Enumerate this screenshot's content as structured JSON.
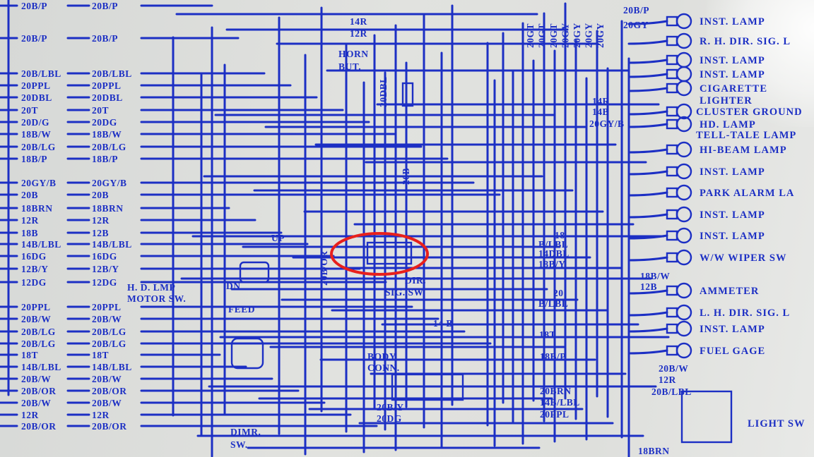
{
  "diagram": {
    "ink_color": "#1c2fc4",
    "highlight_color": "#e8201c",
    "left_col_a": [
      "20B/P",
      "20B/P",
      "20B/LBL",
      "20PPL",
      "20DBL",
      "20T",
      "20D/G",
      "18B/W",
      "20B/LG",
      "18B/P",
      "20GY/B",
      "20B",
      "18BRN",
      "12R",
      "18B",
      "14B/LBL",
      "16DG",
      "12B/Y",
      "12DG",
      "20PPL",
      "20B/W",
      "20B/LG",
      "20B/LG",
      "18T",
      "14B/LBL",
      "20B/W",
      "20B/OR",
      "20B/W",
      "12R",
      "20B/OR"
    ],
    "left_col_b": [
      "20B/P",
      "20B/P",
      "20B/LBL",
      "20PPL",
      "20DBL",
      "20T",
      "20DG",
      "18B/W",
      "20B/LG",
      "18B/P",
      "20GY/B",
      "20B",
      "18BRN",
      "12R",
      "12B",
      "14B/LBL",
      "16DG",
      "12B/Y",
      "12DG",
      "20PPL",
      "20B/W",
      "20B/LG",
      "20B/LG",
      "18T",
      "14B/LBL",
      "20B/W",
      "20B/OR",
      "20B/W",
      "12R",
      "20B/OR"
    ],
    "components_right": [
      "INST. LAMP",
      "R. H. DIR. SIG. L",
      "INST. LAMP",
      "INST. LAMP",
      "CIGARETTE",
      "LIGHTER",
      "CLUSTER GROUND",
      "HD. LAMP",
      "TELL-TALE LAMP",
      "HI-BEAM LAMP",
      "INST. LAMP",
      "PARK ALARM LA",
      "INST. LAMP",
      "INST. LAMP",
      "W/W WIPER SW",
      "AMMETER",
      "L. H. DIR. SIG. L",
      "INST. LAMP",
      "FUEL GAGE",
      "LIGHT SW"
    ],
    "center_labels": {
      "w14r": "14R",
      "w12r": "12R",
      "horn1": "HORN",
      "horn2": "BUT.",
      "w20dbl": "20DBL",
      "gt": [
        "20GT",
        "20GT",
        "20GT",
        "20GY",
        "20GY",
        "20GY",
        "20GY"
      ],
      "w20bp": "20B/P",
      "w20gy": "20GY",
      "r14r": "14R",
      "r14b": "14B",
      "r20gyb": "20GY/B",
      "w20b": "20B",
      "w18": "18",
      "wblbl": "B/LBL",
      "w14dbl": "14DBL",
      "w18by": "18B/Y",
      "w18bw": "18B/W",
      "w12b": "12B",
      "w20": "20",
      "wblbl2": "B/LBL",
      "w18t": "18T",
      "w18bp": "18B/P",
      "w20brn": "20BRN",
      "w14blbl": "14B/LBL",
      "w20ppl": "20PPL",
      "w20bw": "20B/W",
      "w12r2": "12R",
      "w20blbl": "20B/LBL",
      "w18brn": "18BRN",
      "w14b": "14 B",
      "body1": "BODY",
      "body2": "CONN.",
      "w20by": "20B/Y",
      "w20dg": "20DG",
      "dir1": "DIR.",
      "dir2": "SIG. SW.",
      "w20bor": "20B/OR",
      "up": "UP",
      "hd1": "H. D. LMP",
      "hd2": "MOTOR SW.",
      "dn": "DN",
      "feed": "FEED",
      "dimr1": "DIMR.",
      "dimr2": "SW."
    }
  }
}
